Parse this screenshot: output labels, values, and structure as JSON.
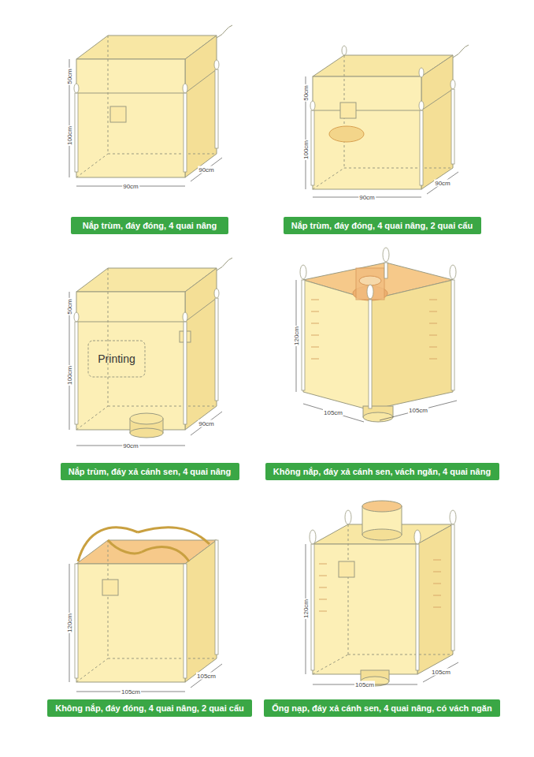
{
  "diagram": {
    "nodes": [
      {
        "text": [
          "Nắp trùm, đáy đóng, 4 quai nâng"
        ]
      },
      {
        "text": [
          "Nắp trùm, đáy đóng, 4 quai nâng, 2 quai cẩu"
        ]
      },
      {
        "text": [
          "Nắp trùm, đáy xả cánh sen, 4 quai nâng"
        ]
      },
      {
        "text": [
          "Không nắp, đáy xả cánh sen, vách ngăn, 4 quai nâng"
        ]
      },
      {
        "text": [
          "Không nắp, đáy đóng, 4 quai nâng, 2 quai cẩu"
        ]
      },
      {
        "text": [
          "Ống nạp, đáy xả cánh sen, 4 quai nâng, có vách ngăn"
        ]
      }
    ],
    "labels": [
      "50cm",
      "100cm",
      "90cm",
      "90cm",
      "50cm",
      "100cm",
      "90cm",
      "90cm",
      "50cm",
      "100cm",
      "90cm",
      "90cm",
      "Printing",
      "120cm",
      "105cm",
      "105cm",
      "120cm",
      "105cm",
      "105cm",
      "120cm",
      "105cm",
      "105cm"
    ]
  }
}
